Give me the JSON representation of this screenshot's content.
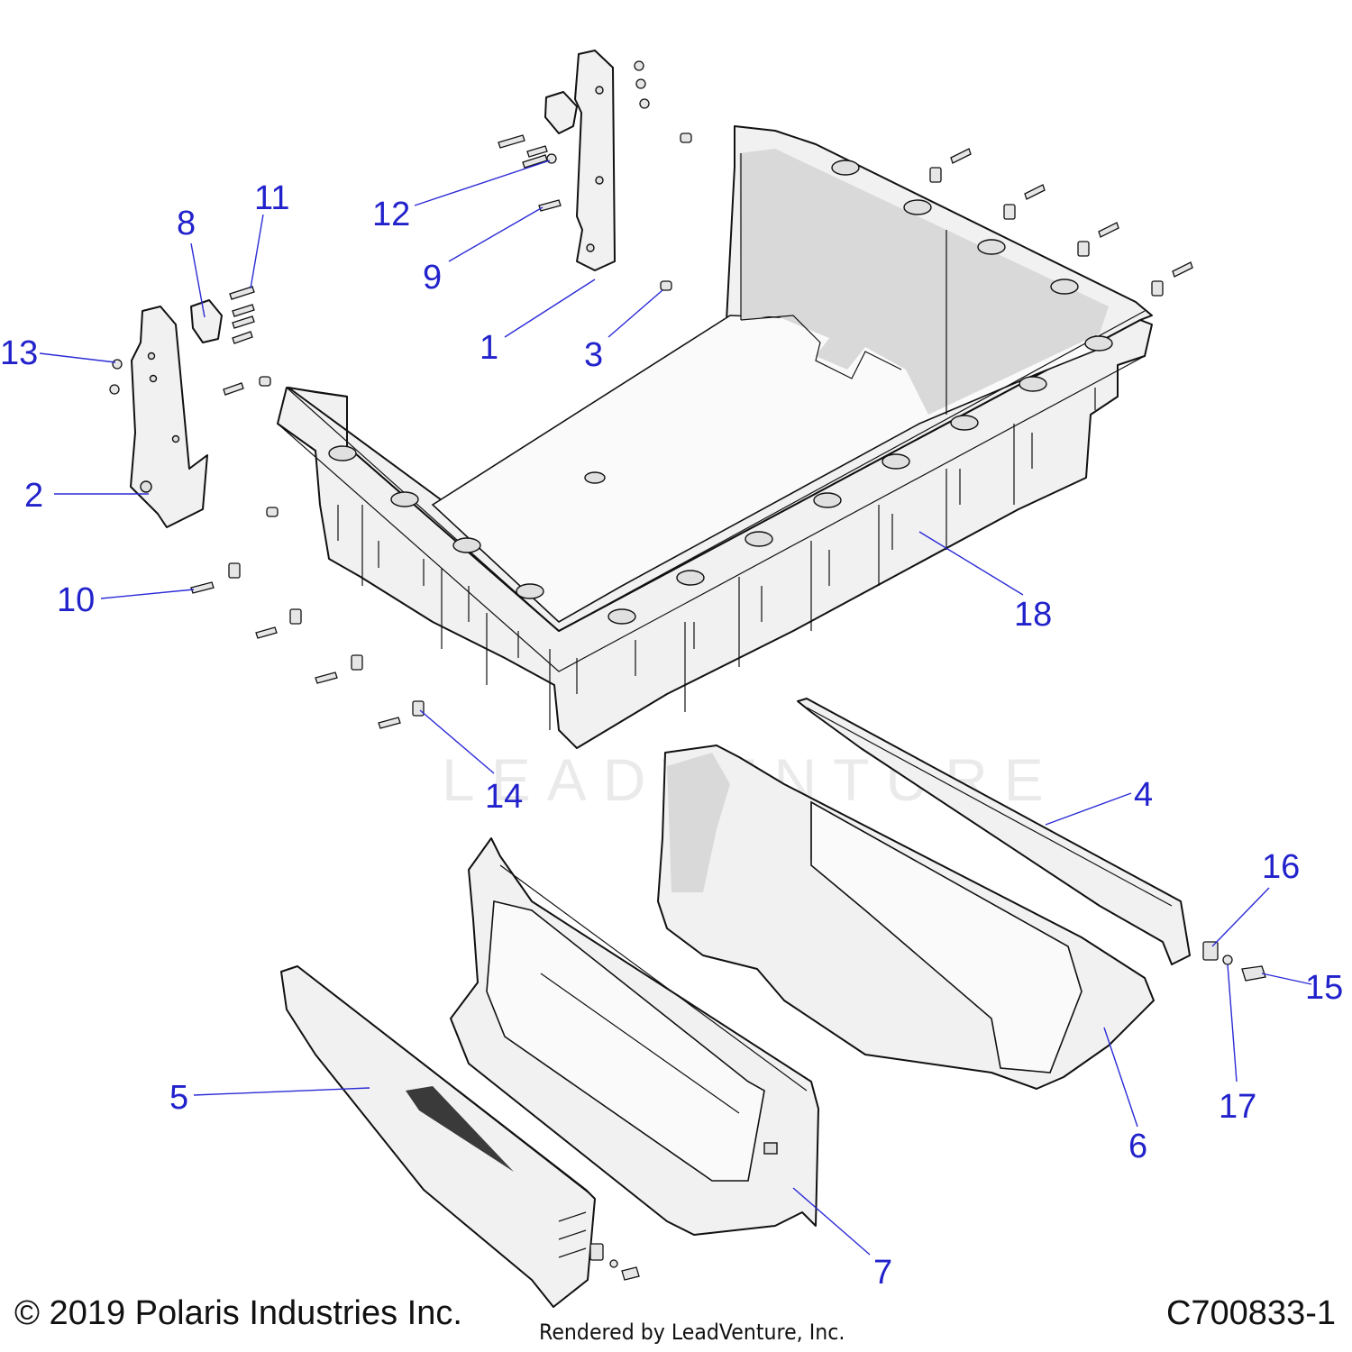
{
  "watermark": "LEADVENTURE",
  "callouts": [
    {
      "id": "1",
      "label": "1"
    },
    {
      "id": "2",
      "label": "2"
    },
    {
      "id": "3",
      "label": "3"
    },
    {
      "id": "4",
      "label": "4"
    },
    {
      "id": "5",
      "label": "5"
    },
    {
      "id": "6",
      "label": "6"
    },
    {
      "id": "7",
      "label": "7"
    },
    {
      "id": "8",
      "label": "8"
    },
    {
      "id": "9",
      "label": "9"
    },
    {
      "id": "10",
      "label": "10"
    },
    {
      "id": "11",
      "label": "11"
    },
    {
      "id": "12",
      "label": "12"
    },
    {
      "id": "13",
      "label": "13"
    },
    {
      "id": "14",
      "label": "14"
    },
    {
      "id": "15",
      "label": "15"
    },
    {
      "id": "16",
      "label": "16"
    },
    {
      "id": "17",
      "label": "17"
    },
    {
      "id": "18",
      "label": "18"
    }
  ],
  "footer": {
    "copyright": "© 2019 Polaris Industries Inc.",
    "diagram_code": "C700833-1",
    "rendered_by": "Rendered by LeadVenture, Inc."
  },
  "colors": {
    "callout": "#2222cc",
    "line": "#111111",
    "part_fill": "#f1f1f1"
  }
}
